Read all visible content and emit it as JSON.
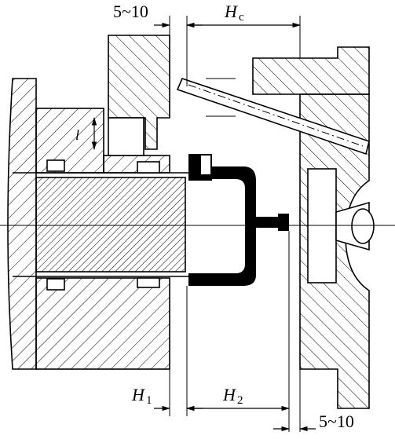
{
  "labels": {
    "top_clearance": "5~10",
    "core_pull_H": "H",
    "core_pull_sub": "c",
    "slide_stroke": "l",
    "h1_main": "H",
    "h1_sub": "1",
    "h2_main": "H",
    "h2_sub": "2",
    "bottom_clearance": "5~10"
  }
}
